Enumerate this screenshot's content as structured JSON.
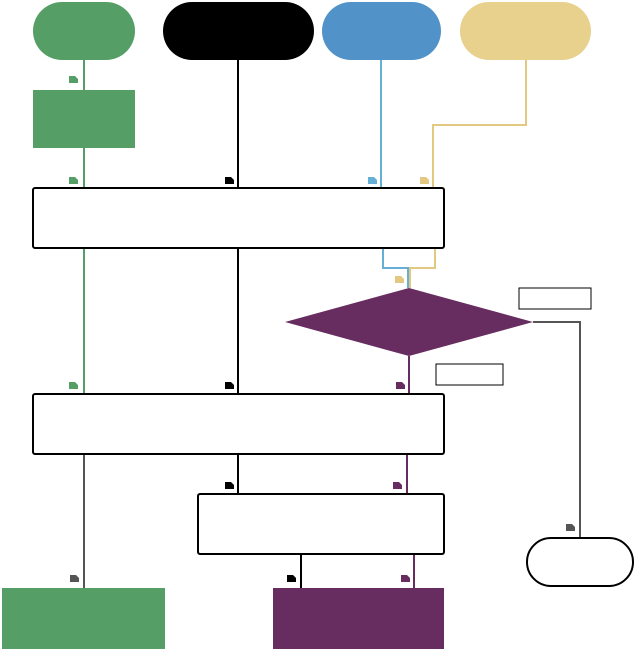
{
  "diagram": {
    "type": "flowchart",
    "visible_text": [],
    "colors": {
      "green": "#559e65",
      "black": "#000000",
      "blue": "#5192c8",
      "yellow": "#e8d18c",
      "purple": "#672d60",
      "gray": "#555555",
      "blue_line": "#65afd6",
      "yellow_line": "#e2c880",
      "box_stroke": "#000000",
      "box_fill": "#ffffff"
    },
    "nodes": [
      {
        "id": "start-green",
        "shape": "pill",
        "fill": "green",
        "label": ""
      },
      {
        "id": "start-black",
        "shape": "pill",
        "fill": "black",
        "label": ""
      },
      {
        "id": "start-blue",
        "shape": "pill",
        "fill": "blue",
        "label": ""
      },
      {
        "id": "start-yellow",
        "shape": "pill",
        "fill": "yellow",
        "label": ""
      },
      {
        "id": "process-green",
        "shape": "rect",
        "fill": "green",
        "label": ""
      },
      {
        "id": "process-1",
        "shape": "rect",
        "fill": "white",
        "label": ""
      },
      {
        "id": "decision",
        "shape": "diamond",
        "fill": "purple",
        "label": ""
      },
      {
        "id": "decision-label-right",
        "shape": "label-box",
        "label": ""
      },
      {
        "id": "decision-label-bottom",
        "shape": "label-box",
        "label": ""
      },
      {
        "id": "process-2",
        "shape": "rect",
        "fill": "white",
        "label": ""
      },
      {
        "id": "process-3",
        "shape": "rect",
        "fill": "white",
        "label": ""
      },
      {
        "id": "end-white",
        "shape": "pill",
        "fill": "white",
        "label": ""
      },
      {
        "id": "end-green",
        "shape": "rect",
        "fill": "green",
        "label": ""
      },
      {
        "id": "end-purple",
        "shape": "rect",
        "fill": "purple",
        "label": ""
      }
    ],
    "edges": [
      {
        "from": "start-green",
        "to": "process-green",
        "color": "green"
      },
      {
        "from": "process-green",
        "to": "process-1",
        "color": "green"
      },
      {
        "from": "start-black",
        "to": "process-1",
        "color": "black"
      },
      {
        "from": "start-blue",
        "to": "process-1",
        "color": "blue_line"
      },
      {
        "from": "start-yellow",
        "to": "process-1",
        "color": "yellow_line"
      },
      {
        "from": "process-1",
        "to": "decision",
        "color": "blue_line"
      },
      {
        "from": "process-1",
        "to": "decision",
        "color": "yellow_line"
      },
      {
        "from": "process-1",
        "to": "process-2",
        "color": "green"
      },
      {
        "from": "process-1",
        "to": "process-2",
        "color": "black"
      },
      {
        "from": "decision",
        "to": "process-2",
        "color": "purple"
      },
      {
        "from": "decision",
        "to": "end-white",
        "color": "gray"
      },
      {
        "from": "process-2",
        "to": "process-3",
        "color": "black"
      },
      {
        "from": "process-2",
        "to": "process-3",
        "color": "purple"
      },
      {
        "from": "process-2",
        "to": "end-green",
        "color": "gray"
      },
      {
        "from": "process-3",
        "to": "end-purple",
        "color": "black"
      },
      {
        "from": "process-3",
        "to": "end-purple",
        "color": "purple"
      }
    ]
  }
}
